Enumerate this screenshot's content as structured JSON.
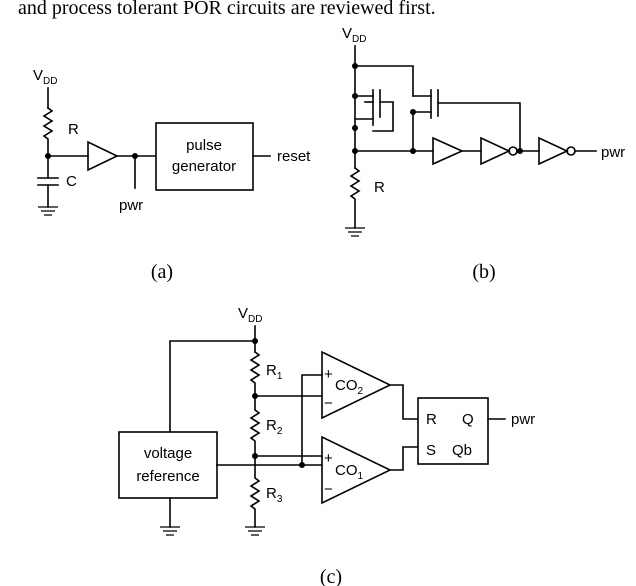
{
  "top_text": "and process tolerant POR circuits are reviewed first.",
  "panel_a": {
    "caption": "(a)",
    "vdd_main": "V",
    "vdd_sub": "DD",
    "resistor": "R",
    "capacitor": "C",
    "pwr": "pwr",
    "block_line1": "pulse",
    "block_line2": "generator",
    "output": "reset"
  },
  "panel_b": {
    "caption": "(b)",
    "vdd_main": "V",
    "vdd_sub": "DD",
    "resistor": "R",
    "output": "pwr"
  },
  "panel_c": {
    "caption": "(c)",
    "vdd_main": "V",
    "vdd_sub": "DD",
    "r1_main": "R",
    "r1_sub": "1",
    "r2_main": "R",
    "r2_sub": "2",
    "r3_main": "R",
    "r3_sub": "3",
    "ref_line1": "voltage",
    "ref_line2": "reference",
    "co2_main": "CO",
    "co2_sub": "2",
    "co1_main": "CO",
    "co1_sub": "1",
    "plus": "+",
    "minus": "−",
    "latch_r": "R",
    "latch_q": "Q",
    "latch_s": "S",
    "latch_qb": "Qb",
    "output": "pwr"
  }
}
